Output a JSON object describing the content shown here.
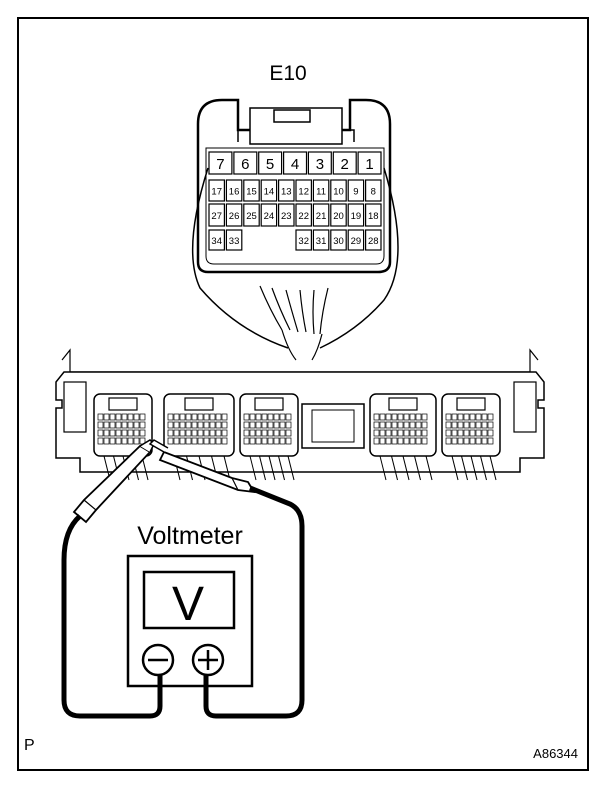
{
  "connector": {
    "title": "E10",
    "rows": [
      [
        "7",
        "6",
        "5",
        "4",
        "3",
        "2",
        "1"
      ],
      [
        "17",
        "16",
        "15",
        "14",
        "13",
        "12",
        "11",
        "10",
        "9",
        "8"
      ],
      [
        "27",
        "26",
        "25",
        "24",
        "23",
        "22",
        "21",
        "20",
        "19",
        "18"
      ],
      [
        "34",
        "33",
        "",
        "",
        "",
        "32",
        "31",
        "30",
        "29",
        "28"
      ]
    ]
  },
  "meter": {
    "label": "Voltmeter",
    "display": "V",
    "negative_symbol": "minus-symbol",
    "positive_symbol": "plus-symbol"
  },
  "corner_mark": "P",
  "figure_id": "A86344",
  "colors": {
    "ink": "#000000",
    "paper": "#ffffff",
    "grid": "#555555"
  }
}
